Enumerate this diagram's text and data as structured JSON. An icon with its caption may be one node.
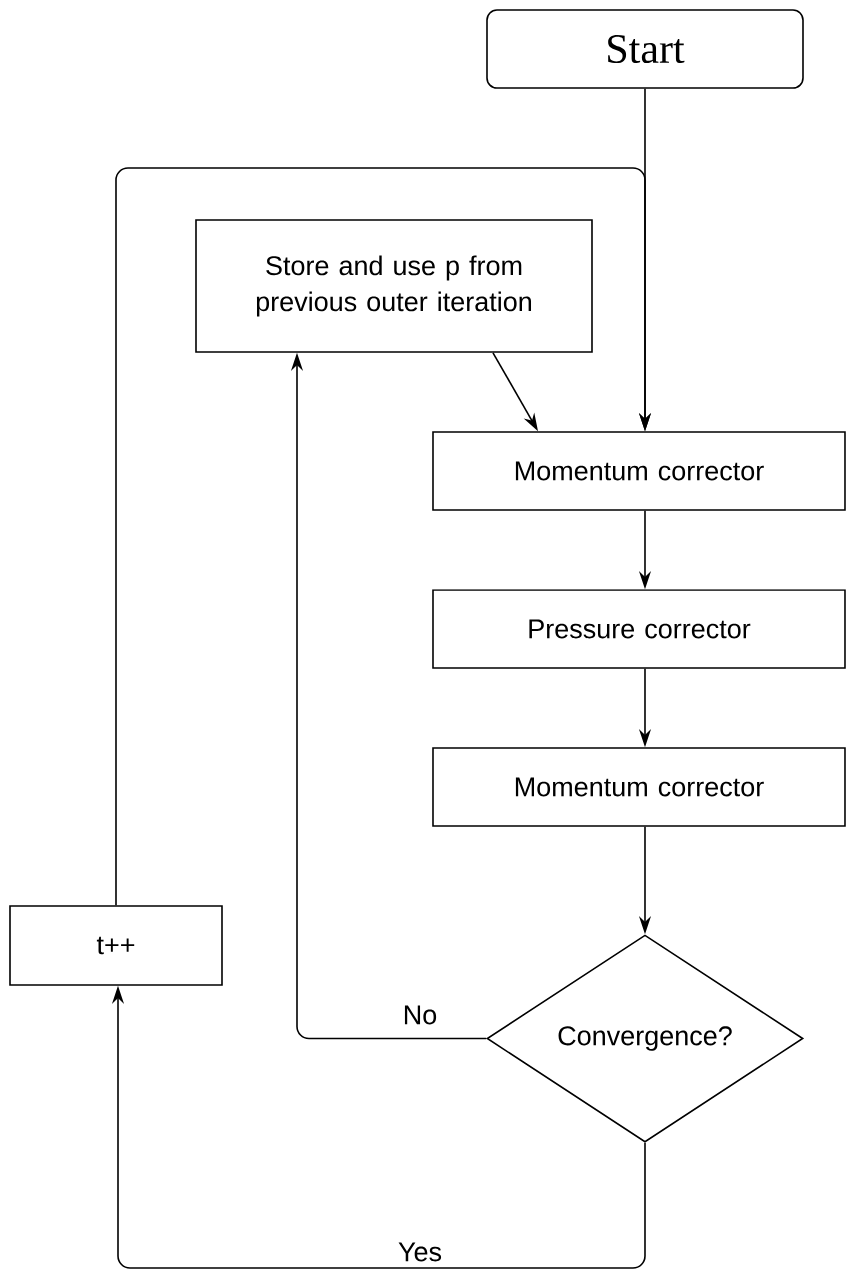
{
  "diagram": {
    "nodes": [
      {
        "text": [
          "Start"
        ]
      },
      {
        "text": [
          "Store and use p from previous outer iteration"
        ]
      },
      {
        "text": [
          "Momentum corrector"
        ]
      },
      {
        "text": [
          "Pressure corrector"
        ]
      },
      {
        "text": [
          "Momentum corrector"
        ]
      },
      {
        "text": [
          "Convergence?"
        ]
      },
      {
        "text": [
          "t++"
        ]
      }
    ],
    "edges": [
      {
        "from": 0,
        "to": 2,
        "arrow": "to"
      },
      {
        "from": 6,
        "to": 2,
        "arrow": "to"
      },
      {
        "from": 1,
        "to": 2,
        "arrow": "to"
      },
      {
        "from": 2,
        "to": 3,
        "arrow": "to"
      },
      {
        "from": 3,
        "to": 4,
        "arrow": "to"
      },
      {
        "from": 4,
        "to": 5,
        "arrow": "to"
      },
      {
        "from": 5,
        "to": 1,
        "arrow": "to",
        "label": "No"
      },
      {
        "from": 5,
        "to": 6,
        "arrow": "to",
        "label": "Yes"
      }
    ]
  }
}
